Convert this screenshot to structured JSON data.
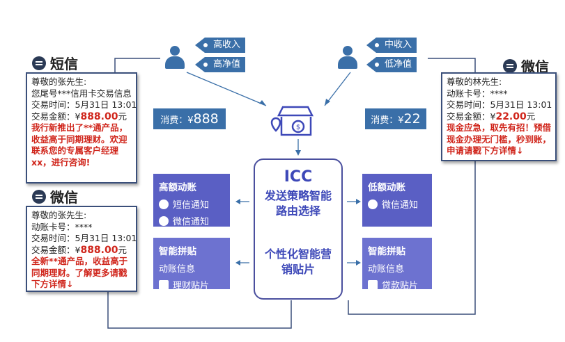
{
  "left_sms": {
    "title": "短信",
    "greeting": "尊敬的张先生:",
    "line1": "您尾号***信用卡交易信息",
    "time": "交易时间：5月31日 13:01",
    "amount_label": "交易金额：¥",
    "amount": "888.00",
    "unit": "元",
    "promo": "我行新推出了**通产品，收益高于同期理财。欢迎联系您的专属客户经理xx，进行咨询!"
  },
  "left_wechat": {
    "title": "微信",
    "greeting": "尊敬的张先生:",
    "line1": "动账卡号：****",
    "time": "交易时间：5月31日 13:01",
    "amount_label": "交易金额：¥",
    "amount": "888.00",
    "unit": "元",
    "promo": "全新**通产品，收益高于同期理财。了解更多请戳下方详情↓"
  },
  "right_wechat": {
    "title": "微信",
    "greeting": "尊敬的林先生:",
    "line1": "动账卡号：****",
    "time": "交易时间：5月31日 13:01",
    "amount_label": "交易金额：¥",
    "amount": "22.00",
    "unit": "元",
    "promo": "现金应急，取先有招！预借现金办理无门槛，秒到账，申请请戳下方详情↓"
  },
  "tags_left": [
    "高收入",
    "高净值"
  ],
  "tags_right": [
    "中收入",
    "低净值"
  ],
  "cost_left": {
    "label": "消费：¥",
    "value": "888"
  },
  "cost_right": {
    "label": "消费：¥",
    "value": "22"
  },
  "icc": {
    "title": "ICC",
    "top": "发送策略智能路由选择",
    "bottom": "个性化智能营销贴片"
  },
  "panel_tl": {
    "title": "高额动账",
    "items": [
      "短信通知",
      "微信通知"
    ]
  },
  "panel_bl": {
    "title": "智能拼贴",
    "items": [
      "动账信息",
      "理财贴片"
    ]
  },
  "panel_tr": {
    "title": "低额动账",
    "items": [
      "微信通知"
    ]
  },
  "panel_br": {
    "title": "智能拼贴",
    "items": [
      "动账信息",
      "贷款贴片"
    ]
  },
  "colors": {
    "accent": "#3a6fa8",
    "panel": "#5a5fc4",
    "red": "#d0261c",
    "icc": "#3d48b8"
  }
}
